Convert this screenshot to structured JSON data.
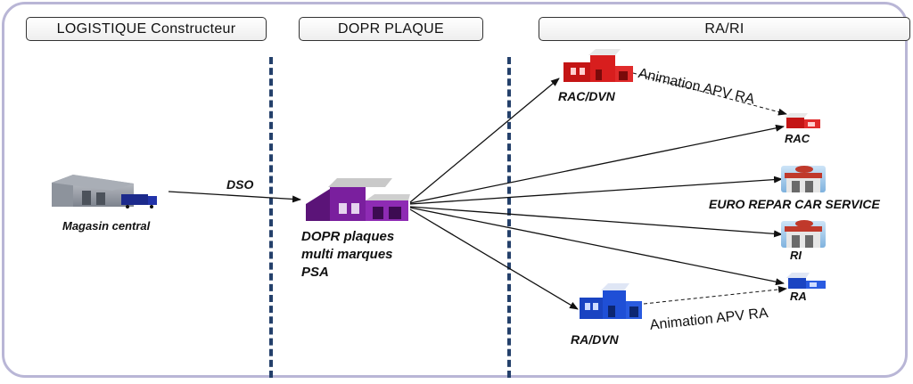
{
  "headers": {
    "logistique": "LOGISTIQUE Constructeur",
    "dopr": "DOPR PLAQUE",
    "rari": "RA/RI"
  },
  "nodes": {
    "magasin": "Magasin central",
    "dopr_line1": "DOPR plaques",
    "dopr_line2": "multi marques",
    "dopr_line3": "PSA",
    "rac_dvn": "RAC/DVN",
    "rac": "RAC",
    "euro_repar": "EURO REPAR CAR SERVICE",
    "ri": "RI",
    "ra": "RA",
    "ra_dvn": "RA/DVN"
  },
  "edges": {
    "dso": "DSO",
    "animation_top": "Animation APV RA",
    "animation_bottom": "Animation APV RA"
  },
  "colors": {
    "frame": "#b9b6d6",
    "divider": "#24406b",
    "warehouse": "#8a8f99",
    "dopr_building": "#7a1f9e",
    "rac_building": "#d81e1e",
    "ra_building": "#1f4fd6"
  }
}
